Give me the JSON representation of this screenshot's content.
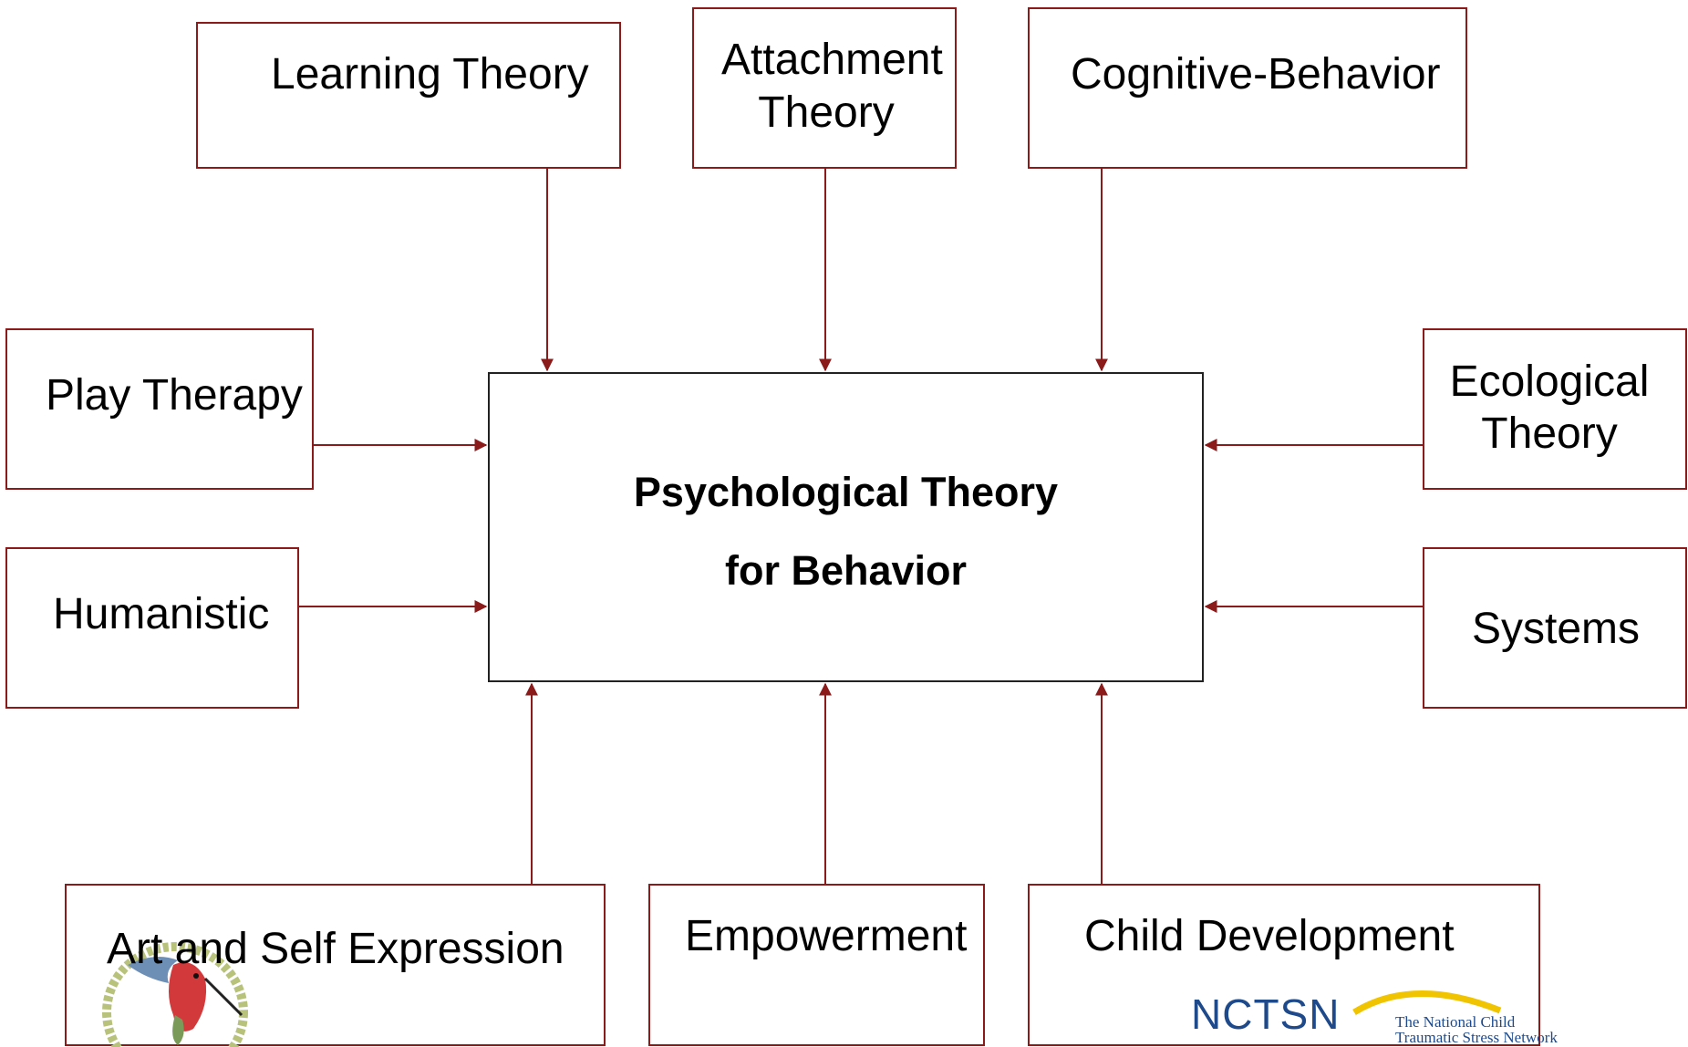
{
  "center": {
    "line1": "Psychological Theory",
    "line2": "for Behavior"
  },
  "boxes": {
    "learning": "Learning Theory",
    "attachment_1": "Attachment",
    "attachment_2": "Theory",
    "cognitive": "Cognitive-Behavior",
    "play": "Play Therapy",
    "humanistic": "Humanistic",
    "ecological_1": "Ecological",
    "ecological_2": "Theory",
    "systems": "Systems",
    "art": "Art and Self Expression",
    "empowerment": "Empowerment",
    "child": "Child Development"
  },
  "logos": {
    "right_abbrev": "NCTSN",
    "right_line1": "The National Child",
    "right_line2": "Traumatic Stress Network"
  },
  "colors": {
    "box_border": "#8b1a1a",
    "arrow": "#8b1a1a",
    "center_border": "#222222",
    "logo_blue": "#1e4a8c"
  }
}
